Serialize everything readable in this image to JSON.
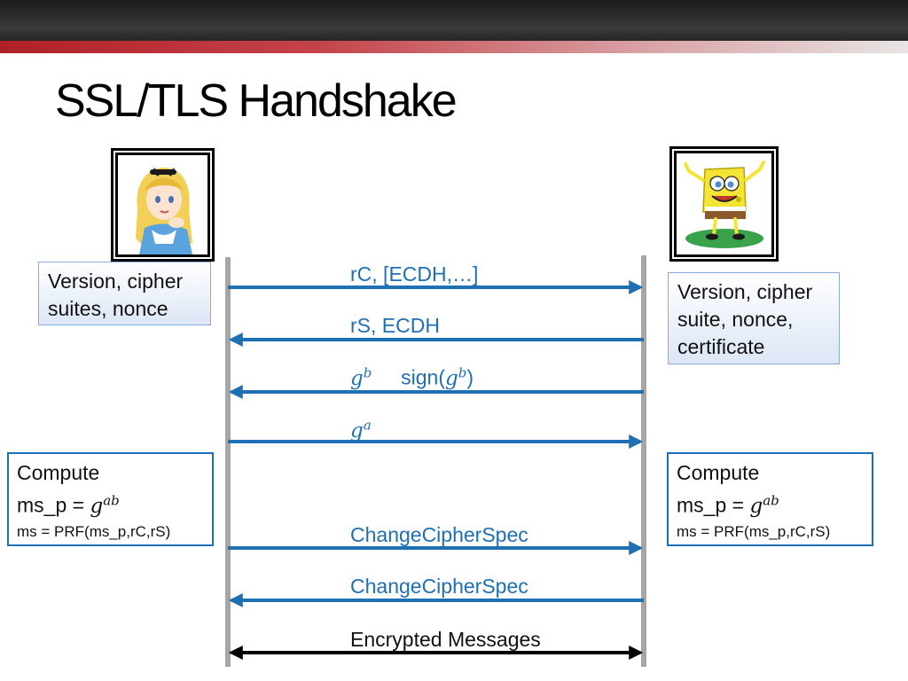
{
  "slide": {
    "title": "SSL/TLS Handshake"
  },
  "client": {
    "avatar_icon": "alice-portrait-icon",
    "box_text_line1": "Version, cipher",
    "box_text_line2": "suites, nonce",
    "compute_label": "Compute",
    "ms_p_label": "ms_p = ",
    "ms_p_base": "g",
    "ms_p_exp": "ab",
    "ms_formula": "ms = PRF(ms_p,rC,rS)"
  },
  "server": {
    "avatar_icon": "spongebob-portrait-icon",
    "box_text_line1": "Version, cipher",
    "box_text_line2": "suite, nonce,",
    "box_text_line3": "certificate",
    "compute_label": "Compute",
    "ms_p_label": "ms_p = ",
    "ms_p_base": "g",
    "ms_p_exp": "ab",
    "ms_formula": "ms = PRF(ms_p,rC,rS)"
  },
  "messages": {
    "m1": "rC, [ECDH,…]",
    "m2": "rS, ECDH",
    "m3_base": "g",
    "m3_exp": "b",
    "m3_sign_open": "sign(",
    "m3_sign_base": "g",
    "m3_sign_exp": "b",
    "m3_sign_close": ")",
    "m4_base": "g",
    "m4_exp": "a",
    "m5": "ChangeCipherSpec",
    "m6": "ChangeCipherSpec",
    "m7": "Encrypted Messages"
  },
  "colors": {
    "arrow_blue": "#1f6fb5",
    "lifeline_gray": "#a6a6a6",
    "accent_red": "#b02027"
  }
}
